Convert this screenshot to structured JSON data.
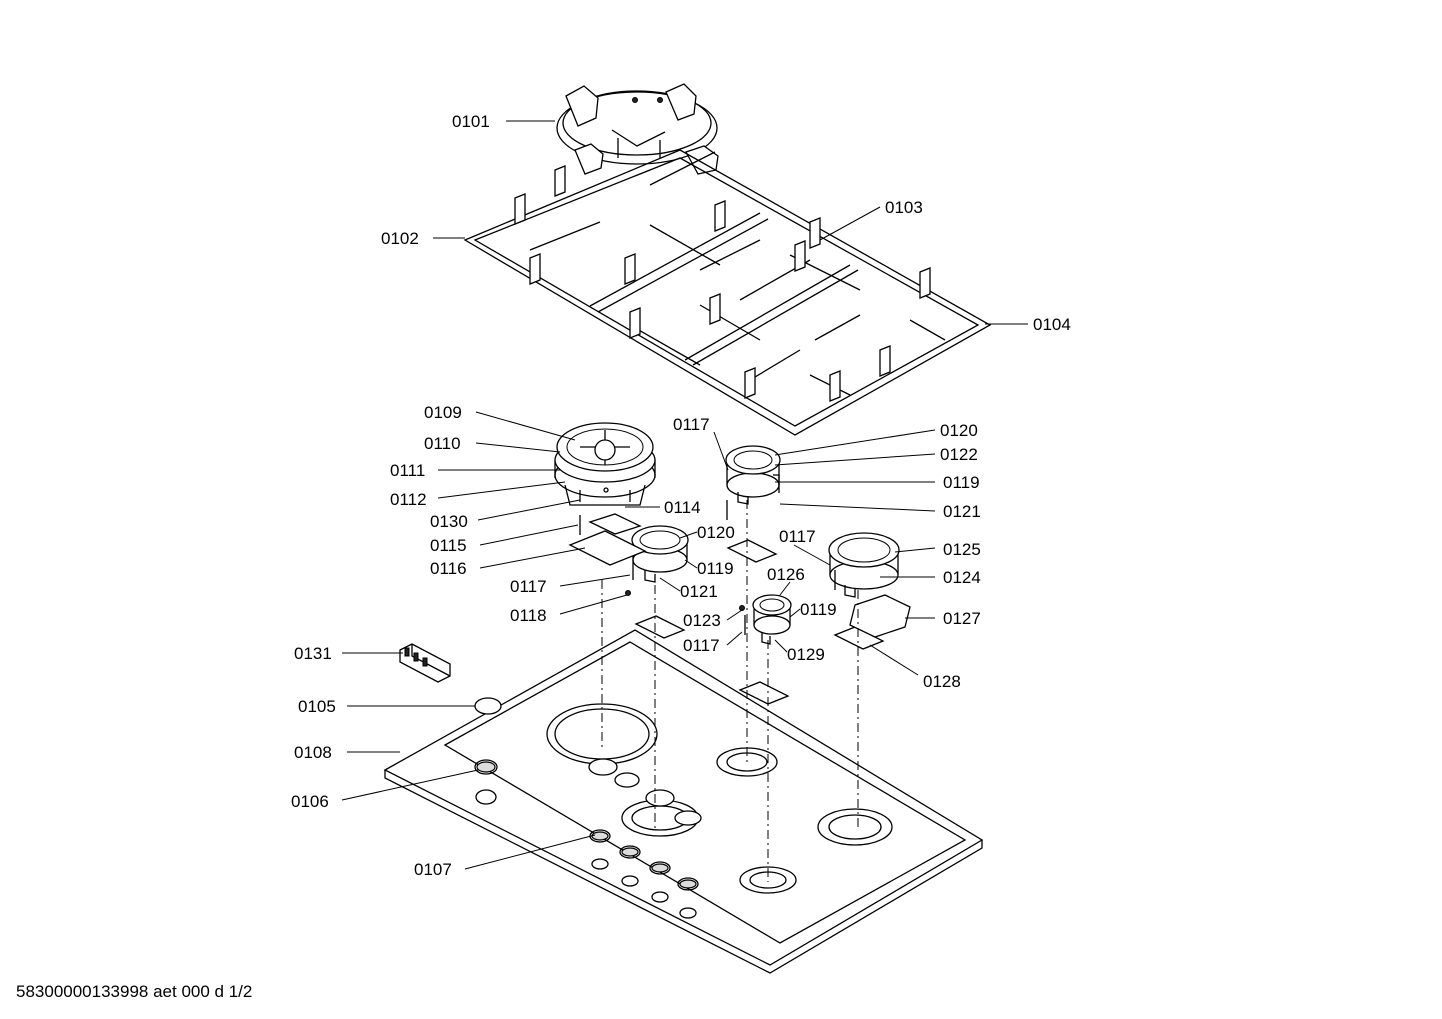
{
  "document_reference": "58300000133998 aet 000 d 1/2",
  "callouts": {
    "c0101": "0101",
    "c0102": "0102",
    "c0103": "0103",
    "c0104": "0104",
    "c0105": "0105",
    "c0106": "0106",
    "c0107": "0107",
    "c0108": "0108",
    "c0109": "0109",
    "c0110": "0110",
    "c0111": "0111",
    "c0112": "0112",
    "c0114": "0114",
    "c0115": "0115",
    "c0116": "0116",
    "c0117a": "0117",
    "c0117b": "0117",
    "c0117c": "0117",
    "c0117d": "0117",
    "c0118": "0118",
    "c0119a": "0119",
    "c0119b": "0119",
    "c0119c": "0119",
    "c0120a": "0120",
    "c0120b": "0120",
    "c0121a": "0121",
    "c0121b": "0121",
    "c0122": "0122",
    "c0123": "0123",
    "c0124": "0124",
    "c0125": "0125",
    "c0126": "0126",
    "c0127": "0127",
    "c0128": "0128",
    "c0129": "0129",
    "c0130": "0130",
    "c0131": "0131"
  }
}
